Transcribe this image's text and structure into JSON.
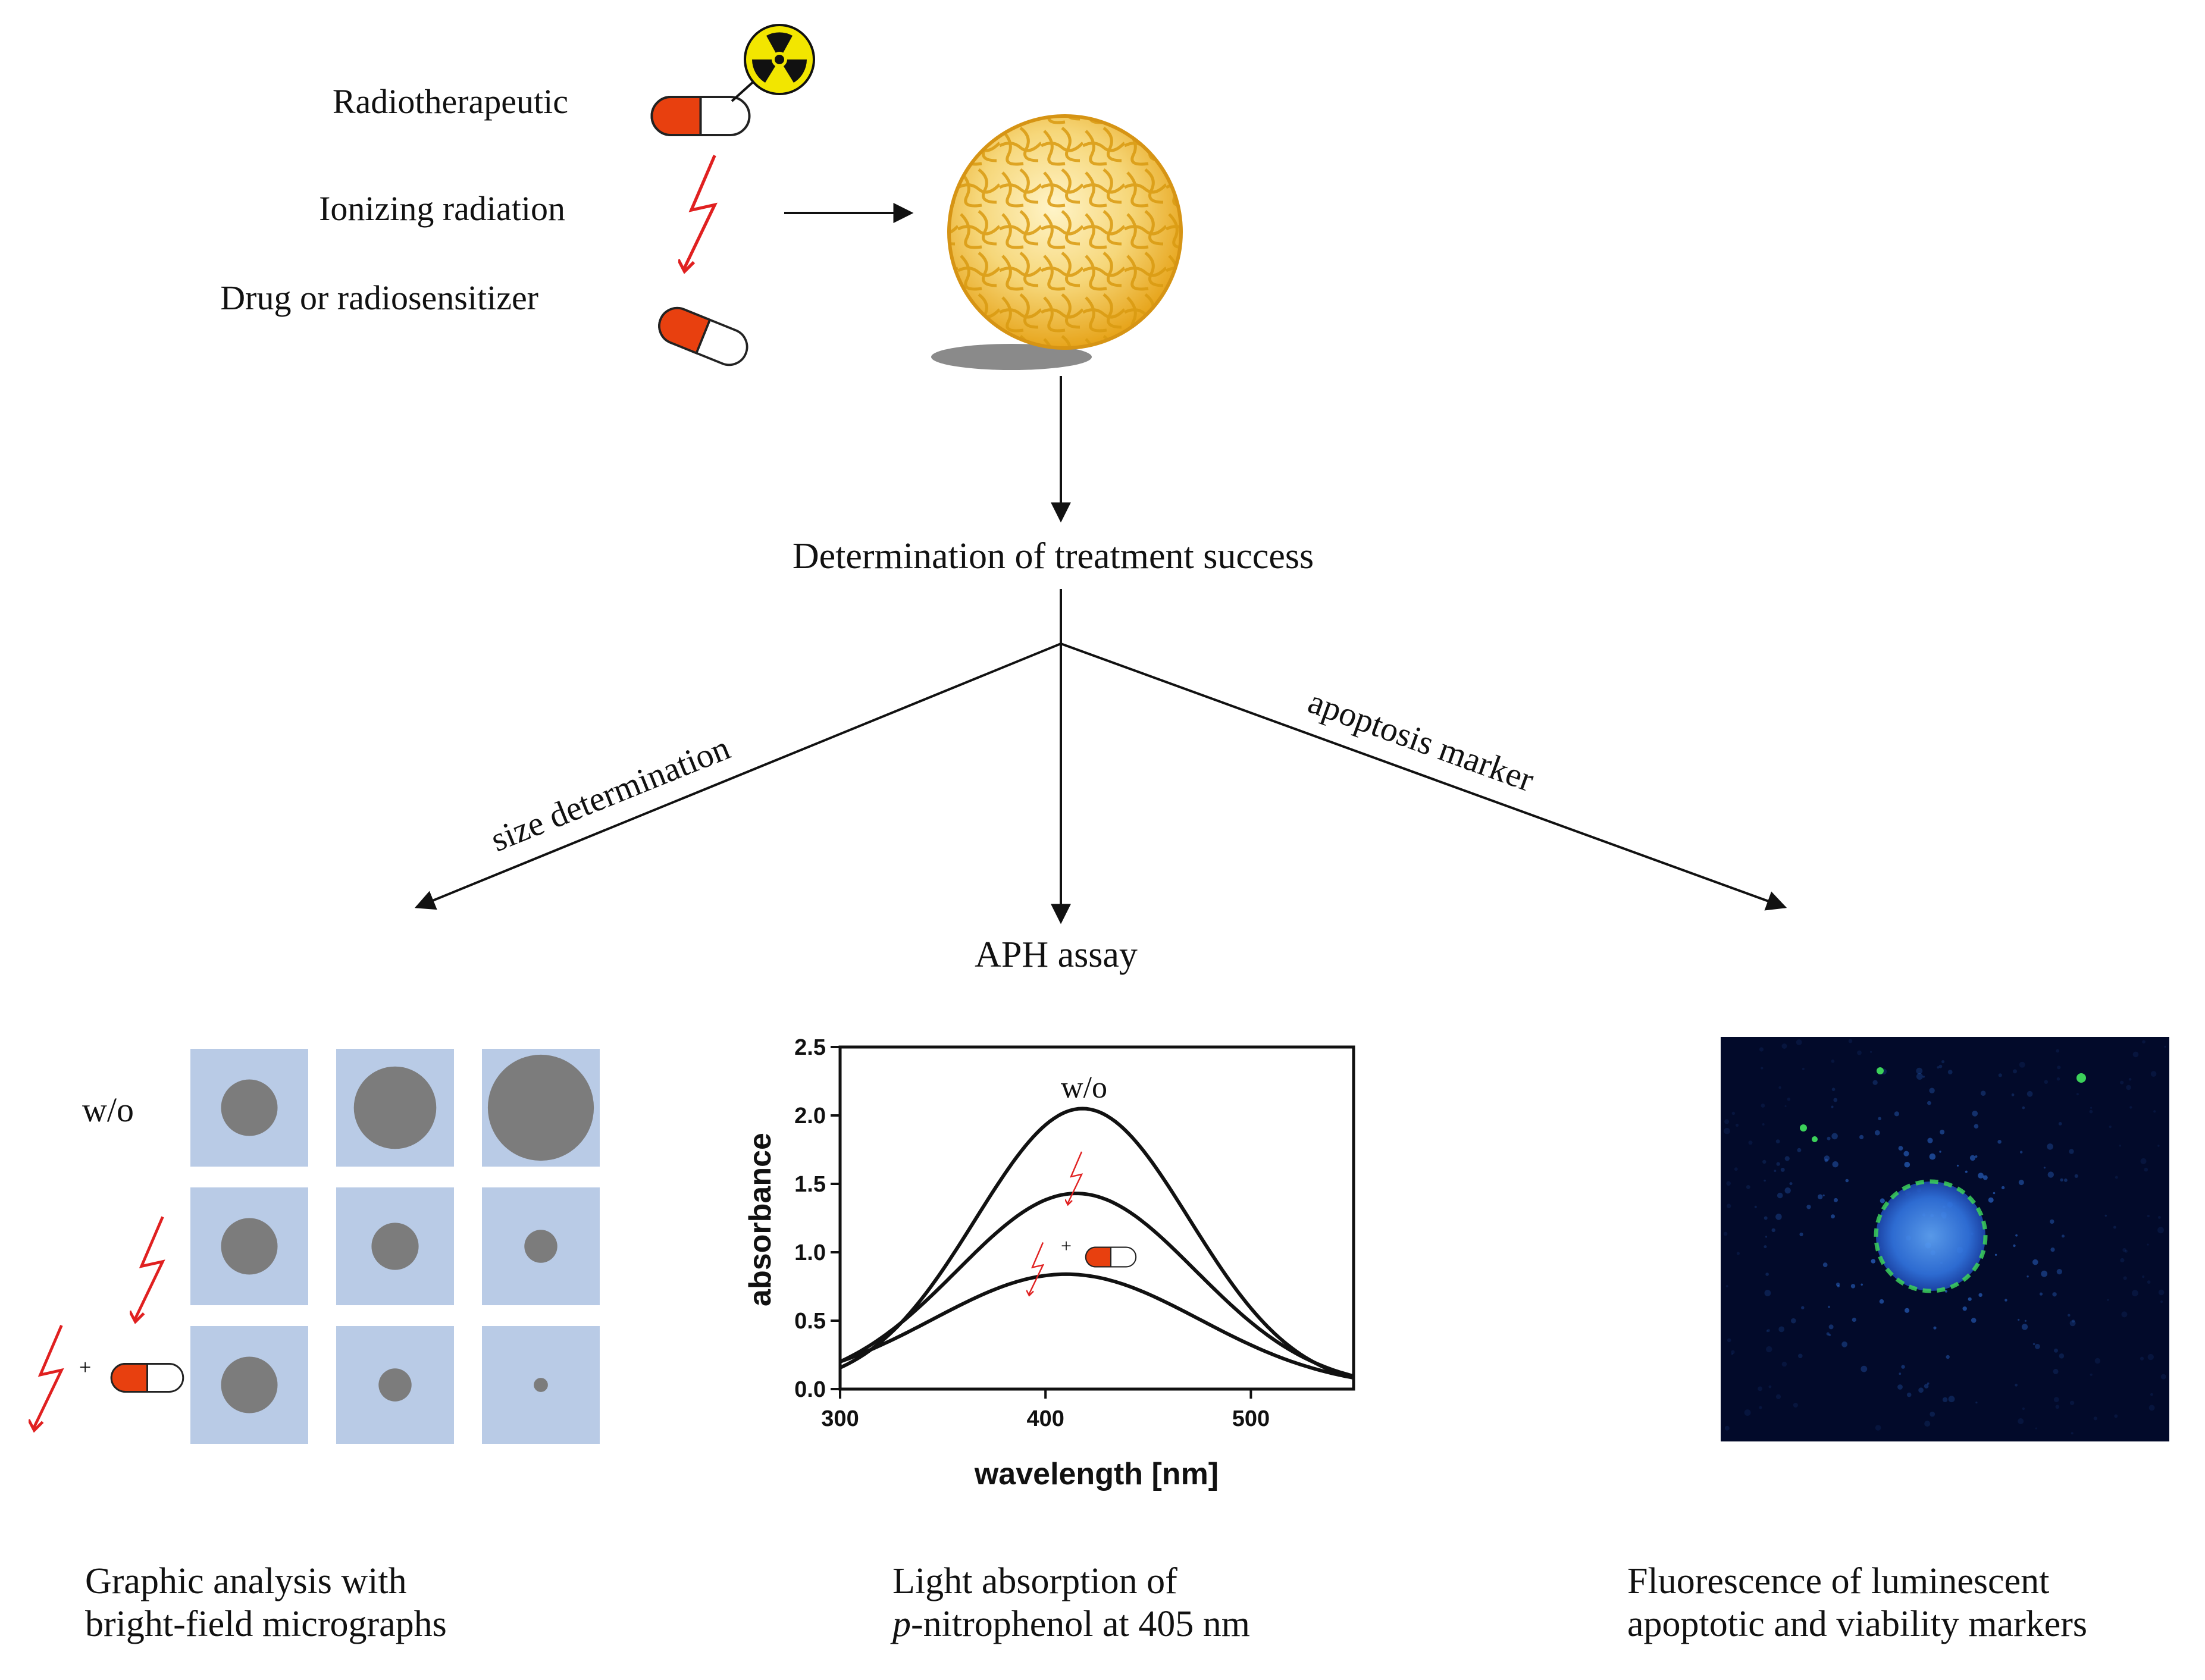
{
  "treatments": {
    "radiotherapeutic": "Radiotherapeutic",
    "ionizing": "Ionizing radiation",
    "drug": "Drug or radiosensitizer"
  },
  "center_label": "Determination of treatment success",
  "branches": {
    "left": "size determination",
    "middle": "APH assay",
    "right": "apoptosis marker"
  },
  "grid": {
    "row_label_wo": "w/o",
    "plus_sign": "+",
    "spheroid_diameters_relative": [
      [
        0.48,
        0.7,
        0.9
      ],
      [
        0.48,
        0.4,
        0.28
      ],
      [
        0.48,
        0.28,
        0.12
      ]
    ]
  },
  "chart_data": {
    "type": "line",
    "xlabel": "wavelength [nm]",
    "ylabel": "absorbance",
    "xlim": [
      300,
      550
    ],
    "ylim": [
      0,
      2.5
    ],
    "xticks": [
      "300",
      "400",
      "500"
    ],
    "yticks": [
      "0.0",
      "0.5",
      "1.0",
      "1.5",
      "2.0",
      "2.5"
    ],
    "annotation_wo": "w/o",
    "annotation_plus": "+",
    "series": [
      {
        "peak_x": 418,
        "peak_y": 2.05,
        "width": 52,
        "baseline": 0.0
      },
      {
        "peak_x": 415,
        "peak_y": 1.43,
        "width": 58,
        "baseline": 0.0
      },
      {
        "peak_x": 410,
        "peak_y": 0.84,
        "width": 65,
        "baseline": 0.0
      }
    ]
  },
  "captions": {
    "left_1": "Graphic analysis with",
    "left_2": "bright-field micrographs",
    "mid_1": "Light absorption of",
    "mid_2_italic": "p",
    "mid_2_rest": "-nitrophenol at 405 nm",
    "right_1": "Fluorescence of luminescent",
    "right_2": "apoptotic and viability markers"
  },
  "colors": {
    "lightning": "#e02020",
    "capsule_red": "#e8400f",
    "radiation_yellow": "#f2e600",
    "spheroid_gold": "#f0b830",
    "tile_blue": "#b9cbe6",
    "blob_grey": "#7c7c7c",
    "fluor_bg": "#020a2a",
    "fluor_blue": "#2f6fd8",
    "fluor_green": "#3cd15a"
  }
}
